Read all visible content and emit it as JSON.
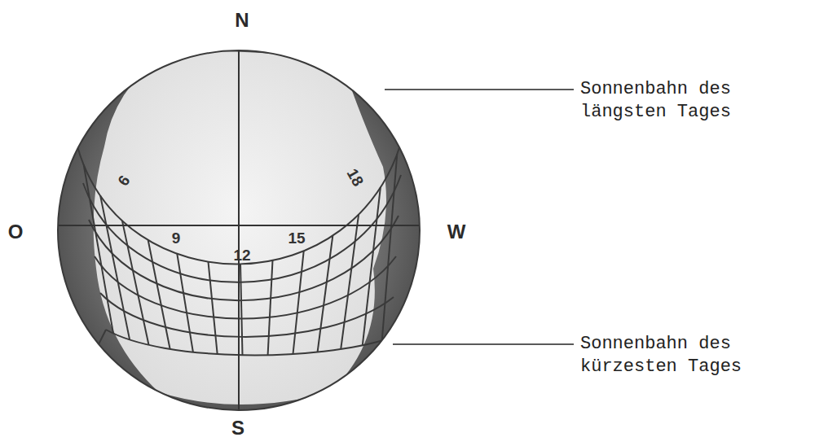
{
  "diagram": {
    "labels": [
      "N",
      "O",
      "W",
      "S",
      "6",
      "9",
      "12",
      "15",
      "18",
      "Sonnenbahn des längsten Tages",
      "Sonnenbahn des kürzesten Tages"
    ]
  }
}
